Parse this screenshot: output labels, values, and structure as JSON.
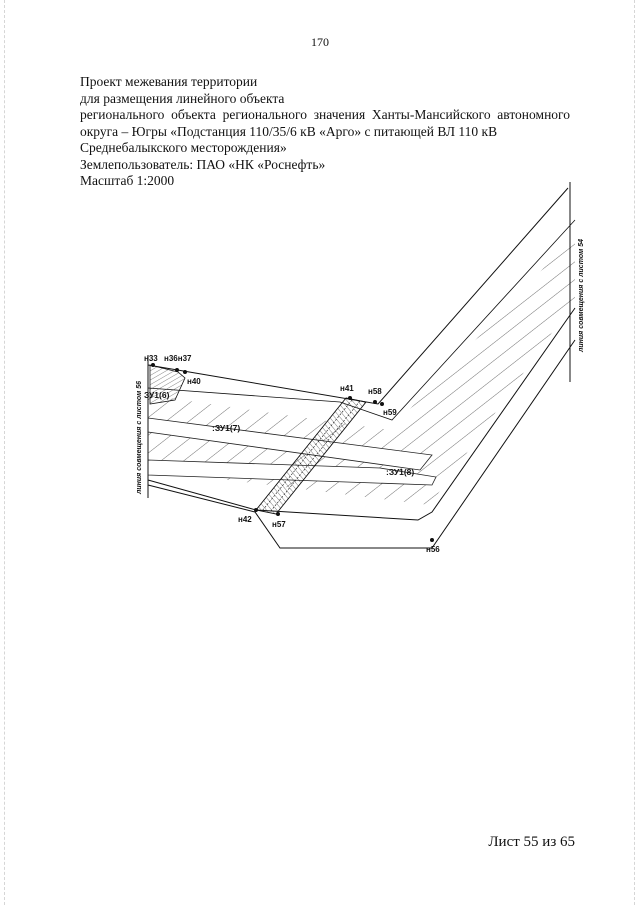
{
  "page_number": "170",
  "header": {
    "line1": "Проект межевания территории",
    "line2": "для размещения линейного объекта",
    "line3": "регионального объекта регионального значения Ханты-Мансийского автономного",
    "line4": "округа – Югры «Подстанция 110/35/6 кВ «Арго» с питающей ВЛ 110 кВ",
    "line5": "Среднебалыкского месторождения»",
    "land_user": "Землепользователь: ПАО «НК «Роснефть»",
    "scale": "Масштаб 1:2000"
  },
  "drawing": {
    "match_line_left": "линия совмещения с листом  56",
    "match_line_right": "линия совмещения с листом  54",
    "zones": {
      "zu1_6": "ЗУ1(6)",
      "zu1_7": ":ЗУ1(7)",
      "zu1_8": ":ЗУ1(8)"
    },
    "points": {
      "n33": "н33",
      "n36n37": "н36н37",
      "n40": "н40",
      "n41": "н41",
      "n58": "н58",
      "n59": "н59",
      "n42": "н42",
      "n57": "н57",
      "n56": "н56"
    }
  },
  "sheet_label": "Лист 55 из 65"
}
